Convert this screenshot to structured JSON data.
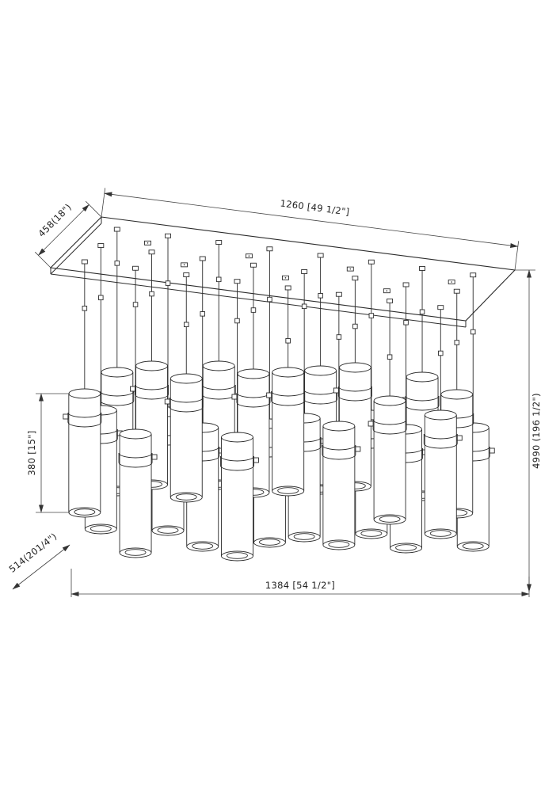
{
  "page": {
    "background": "#ffffff",
    "line_color": "#2b2b2b"
  },
  "dimensions": {
    "canopy_width": "1260 [49 1/2\"]",
    "canopy_depth": "458(18\")",
    "overall_height": "4990 (196 1/2\")",
    "pendant_height": "380 [15\"]",
    "overall_depth": "514(201/4\")",
    "overall_width": "1384 [54 1/2\"]"
  },
  "fixture": {
    "type": "linear multi-pendant chandelier line drawing",
    "pendant_count": 24,
    "rows": 3,
    "columns": 8
  }
}
